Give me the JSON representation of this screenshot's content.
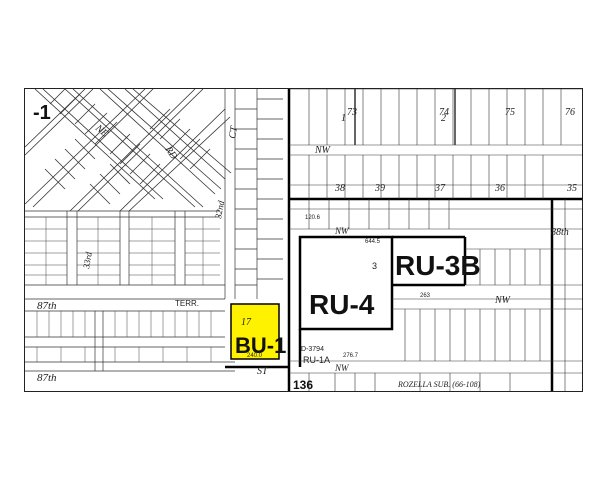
{
  "map": {
    "zones": {
      "ru4": "RU-4",
      "ru3b": "RU-3B",
      "bu1": "BU-1",
      "ru1a": "RU-1A"
    },
    "highlight_color": "#fff200",
    "labels": {
      "section_number": "-1",
      "section_136": "136",
      "lot_17": "17",
      "lot_3": "3",
      "lot_1": "1",
      "lot_2": "2",
      "block_73": "73",
      "block_74": "74",
      "block_75": "75",
      "block_76": "76",
      "block_38": "38",
      "block_37": "37",
      "block_39": "39",
      "block_35": "35",
      "block_36": "36"
    },
    "streets": {
      "st_87th_left": "87th",
      "st_87th_bottom": "87th",
      "terr": "TERR.",
      "st": "ST",
      "nw": "NW",
      "nw_right": "NW",
      "nw_mid": "NW",
      "nw_bottom": "NW",
      "street_88th": "88th",
      "ct": "CT",
      "rd": "RD",
      "ne": "NE",
      "nd_32": "32nd",
      "rd_33": "33rd"
    },
    "annotations": {
      "rozella": "ROZELLA SUB. (66-108)",
      "d3794": "D-3794",
      "dim_2400": "240.0",
      "dim_644": "644.5",
      "dim_263": "263",
      "dim_2767": "276.7",
      "dim_1206": "120.6"
    }
  }
}
